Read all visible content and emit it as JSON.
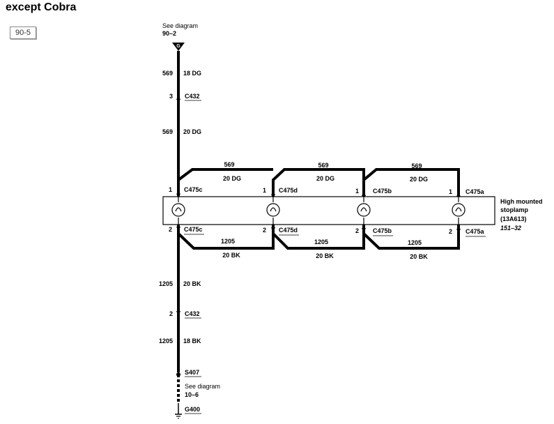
{
  "title": "except Cobra",
  "page_ref": "90-5",
  "top_ref": {
    "text": "See diagram",
    "num": "90–2",
    "ground_letter": "G"
  },
  "main": {
    "w1_circuit": "569",
    "w1_gauge": "18 DG",
    "c432_top_pin": "3",
    "c432_top": "C432",
    "w2_circuit": "569",
    "w2_gauge": "20 DG",
    "w3_circuit": "1205",
    "w3_gauge": "20 BK",
    "c432_bot_pin": "2",
    "c432_bot": "C432",
    "w4_circuit": "1205",
    "w4_gauge": "18 BK",
    "splice": "S407",
    "bottom_ref_text": "See diagram",
    "bottom_ref_num": "10–6",
    "ground": "G400"
  },
  "top_bus": [
    {
      "circuit": "569",
      "gauge": "20 DG"
    },
    {
      "circuit": "569",
      "gauge": "20 DG"
    },
    {
      "circuit": "569",
      "gauge": "20 DG"
    }
  ],
  "bottom_bus": [
    {
      "circuit": "1205",
      "gauge": "20 BK"
    },
    {
      "circuit": "1205",
      "gauge": "20 BK"
    },
    {
      "circuit": "1205",
      "gauge": "20 BK"
    }
  ],
  "connectors": [
    {
      "top_pin": "1",
      "top": "C475c",
      "bot_pin": "2",
      "bot": "C475c"
    },
    {
      "top_pin": "1",
      "top": "C475d",
      "bot_pin": "2",
      "bot": "C475d"
    },
    {
      "top_pin": "1",
      "top": "C475b",
      "bot_pin": "2",
      "bot": "C475b"
    },
    {
      "top_pin": "1",
      "top": "C475a",
      "bot_pin": "2",
      "bot": "C475a"
    }
  ],
  "component": {
    "name_1": "High mounted",
    "name_2": "stoplamp",
    "part": "(13A613)",
    "ref": "151–32"
  }
}
